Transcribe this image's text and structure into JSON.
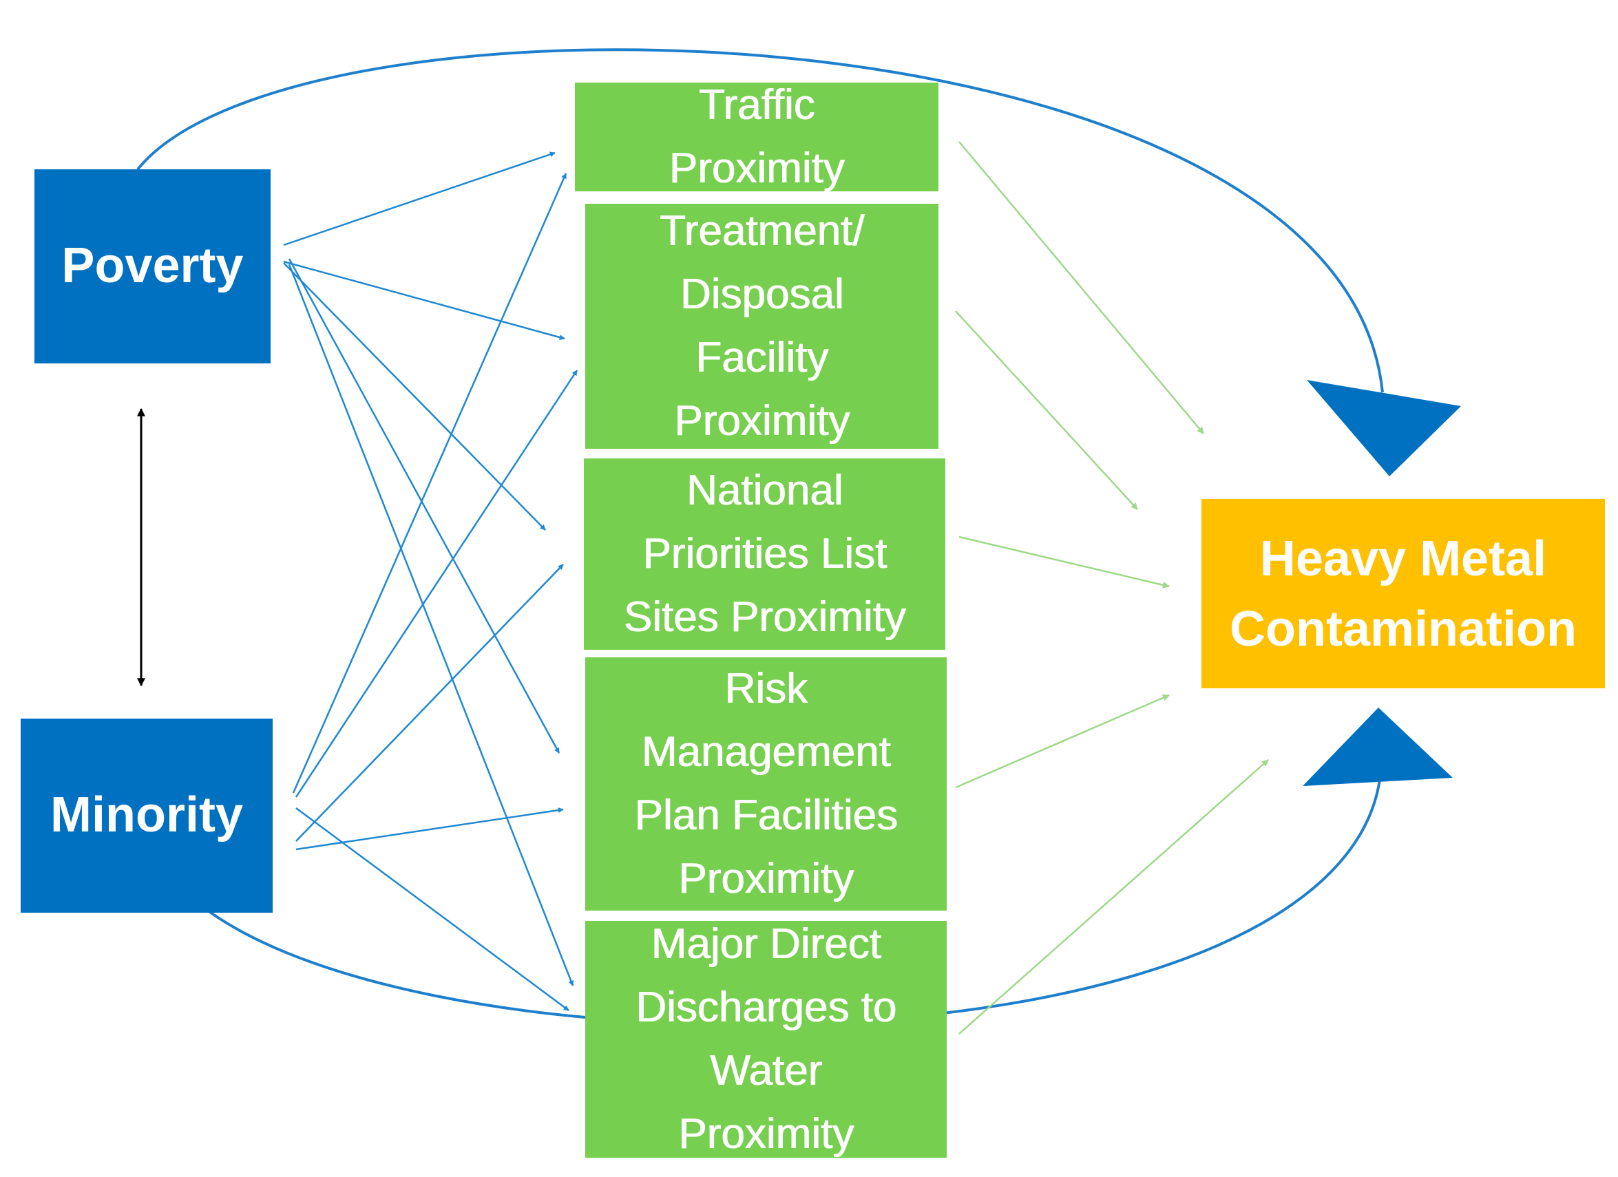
{
  "diagram": {
    "nodes": {
      "poverty": {
        "label": "Poverty",
        "color": "#0070c0"
      },
      "minority": {
        "label": "Minority",
        "color": "#0070c0"
      },
      "traffic": {
        "label": "Traffic\nProximity",
        "color": "#77cf4f"
      },
      "treatment": {
        "label": "Treatment/\nDisposal\nFacility\nProximity",
        "color": "#77cf4f"
      },
      "npl": {
        "label": "National\nPriorities List\nSites Proximity",
        "color": "#77cf4f"
      },
      "rmp": {
        "label": "Risk\nManagement\nPlan Facilities\nProximity",
        "color": "#77cf4f"
      },
      "major": {
        "label": "Major Direct\nDischarges to\nWater\nProximity",
        "color": "#77cf4f"
      },
      "heavy": {
        "label": "Heavy Metal\nContamination",
        "color": "#ffc000"
      }
    },
    "edges": [
      {
        "from": "poverty",
        "to": "minority",
        "type": "bidirectional"
      },
      {
        "from": "poverty",
        "to": "traffic"
      },
      {
        "from": "poverty",
        "to": "treatment"
      },
      {
        "from": "poverty",
        "to": "npl"
      },
      {
        "from": "poverty",
        "to": "rmp"
      },
      {
        "from": "poverty",
        "to": "major"
      },
      {
        "from": "minority",
        "to": "traffic"
      },
      {
        "from": "minority",
        "to": "treatment"
      },
      {
        "from": "minority",
        "to": "npl"
      },
      {
        "from": "minority",
        "to": "rmp"
      },
      {
        "from": "minority",
        "to": "major"
      },
      {
        "from": "traffic",
        "to": "heavy"
      },
      {
        "from": "treatment",
        "to": "heavy"
      },
      {
        "from": "npl",
        "to": "heavy"
      },
      {
        "from": "rmp",
        "to": "heavy"
      },
      {
        "from": "major",
        "to": "heavy"
      },
      {
        "from": "poverty",
        "to": "heavy",
        "type": "direct-curve"
      },
      {
        "from": "minority",
        "to": "heavy",
        "type": "direct-curve"
      }
    ],
    "colors": {
      "blue_arrow": "#1e88d2",
      "green_arrow": "#9ed88a",
      "black_arrow": "#000000",
      "curve": "#1e7fcc",
      "big_arrowhead": "#0070c0"
    }
  }
}
